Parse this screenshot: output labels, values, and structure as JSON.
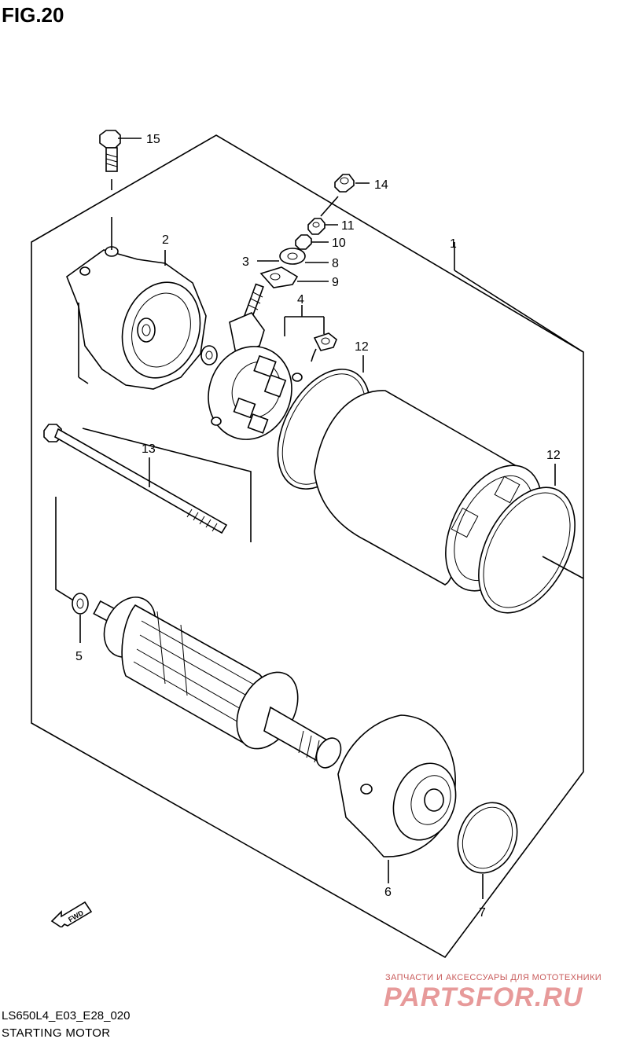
{
  "figure": {
    "title": "FIG.20",
    "code": "LS650L4_E03_E28_020",
    "name": "STARTING MOTOR"
  },
  "watermark": {
    "caption": "ЗАПЧАСТИ И АКСЕССУАРЫ ДЛЯ МОТОТЕХНИКИ",
    "logo": "PARTSFOR.RU"
  },
  "fwd_arrow": {
    "label": "FWD"
  },
  "callouts": {
    "c1": "1",
    "c2": "2",
    "c3": "3",
    "c4": "4",
    "c5": "5",
    "c6": "6",
    "c7": "7",
    "c8": "8",
    "c9": "9",
    "c10": "10",
    "c11": "11",
    "c12a": "12",
    "c12b": "12",
    "c13": "13",
    "c14": "14",
    "c15": "15"
  }
}
